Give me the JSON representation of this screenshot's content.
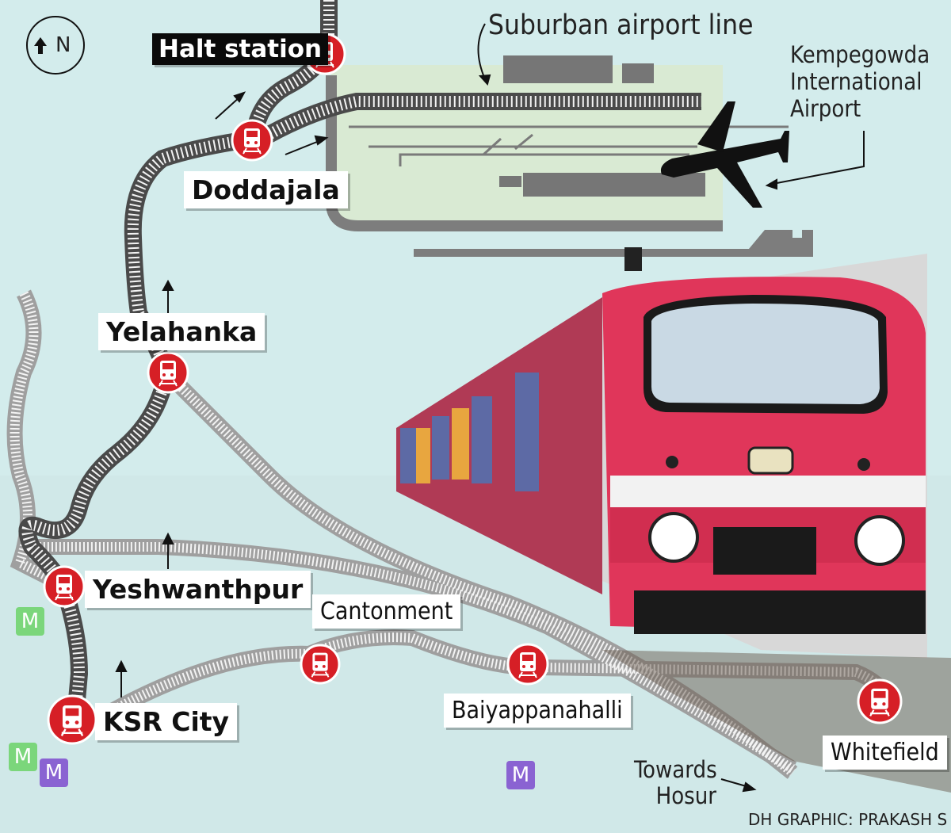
{
  "compass": {
    "label": "N",
    "icon": "north-arrow-icon"
  },
  "route_title": "Suburban airport line",
  "airport": {
    "lines": [
      "Kempegowda",
      "International",
      "Airport"
    ],
    "icon": "airplane-icon"
  },
  "stations": {
    "halt": "Halt station",
    "doddajala": "Doddajala",
    "yelahanka": "Yelahanka",
    "yeshwanthpur": "Yeshwanthpur",
    "ksr_city": "KSR City",
    "cantonment": "Cantonment",
    "baiyappanahalli": "Baiyappanahalli",
    "whitefield": "Whitefield"
  },
  "towards": [
    "Towards",
    "Hosur"
  ],
  "metro_badge": "M",
  "credit": "DH GRAPHIC: PRAKASH S",
  "colors": {
    "background": "#d3ecec",
    "airport_area": "#d7ead2",
    "station_marker": "#d61f26",
    "metro_green": "#7bd67b",
    "metro_purple": "#8a63d2",
    "train_body": "#e0365a"
  }
}
